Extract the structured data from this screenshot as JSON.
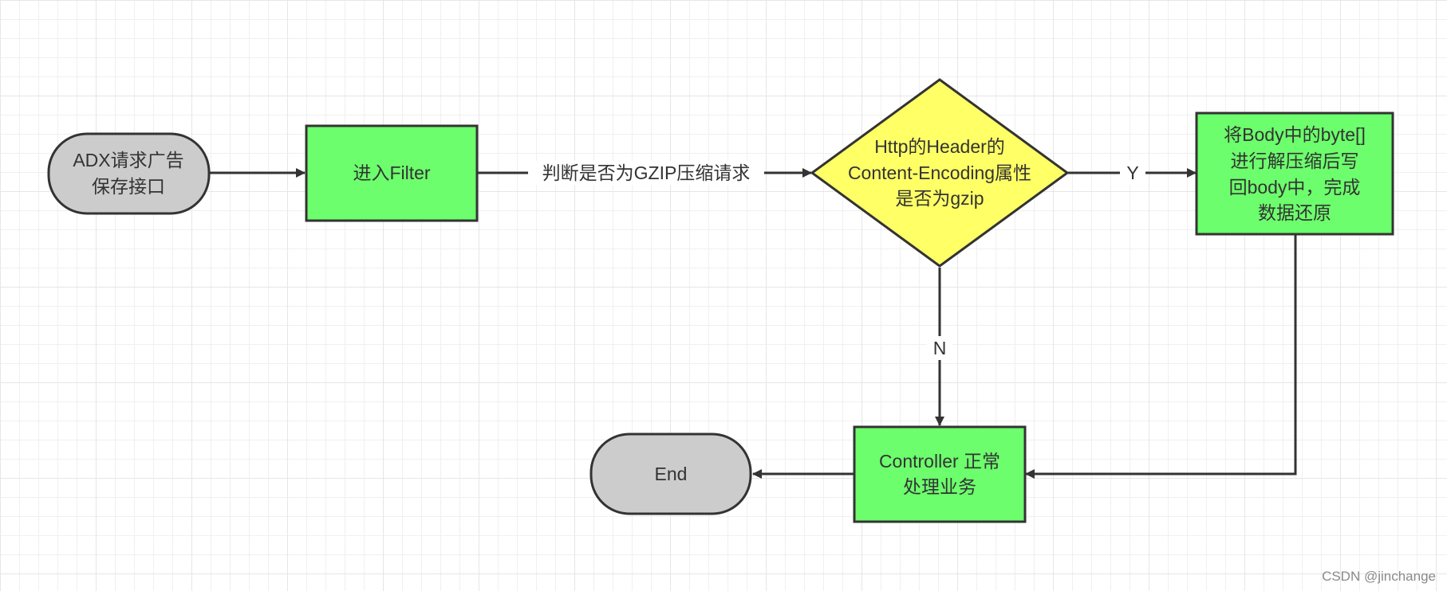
{
  "colors": {
    "terminal_fill": "#cccccc",
    "process_fill": "#6cfe6c",
    "decision_fill": "#ffff66",
    "stroke": "#333333",
    "grid": "#e6e6e6"
  },
  "nodes": {
    "start": {
      "line1": "ADX请求广告",
      "line2": "保存接口"
    },
    "filter": {
      "label": "进入Filter"
    },
    "decision": {
      "line1": "Http的Header的",
      "line2": "Content-Encoding属性",
      "line3": "是否为gzip"
    },
    "decompress": {
      "line1": "将Body中的byte[]",
      "line2": "进行解压缩后写",
      "line3": "回body中，完成",
      "line4": "数据还原"
    },
    "controller": {
      "line1": "Controller 正常",
      "line2": "处理业务"
    },
    "end": {
      "label": "End"
    }
  },
  "edges": {
    "filter_to_decision": "判断是否为GZIP压缩请求",
    "yes": "Y",
    "no": "N"
  },
  "watermark": "CSDN @jinchange"
}
